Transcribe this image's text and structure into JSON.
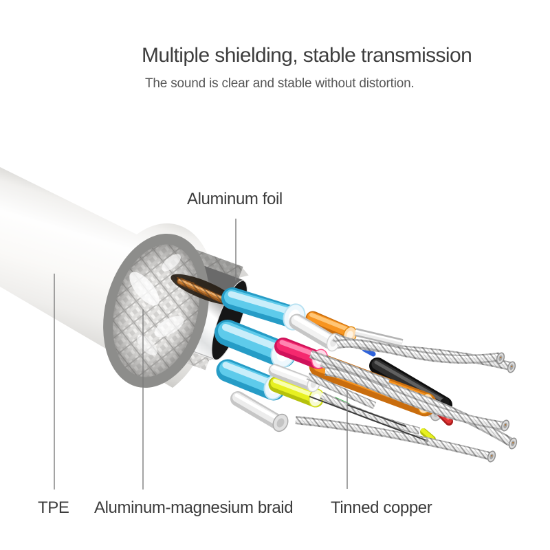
{
  "header": {
    "title": "Multiple shielding, stable transmission",
    "subtitle": "The sound is clear and stable without distortion."
  },
  "callouts": {
    "aluminum_foil": "Aluminum foil",
    "tpe": "TPE",
    "aluminum_magnesium_braid": "Aluminum-magnesium braid",
    "tinned_copper": "Tinned copper"
  },
  "colors": {
    "title_text": "#3e3e3e",
    "subtitle_text": "#575757",
    "label_text": "#3c3c3c",
    "leader_line": "#7c7c7c",
    "jacket_white": "#f6f5f3",
    "rim_gray": "#8d8d8b",
    "braid_silver": "#d3d2d0",
    "foil_silver": "#ededed",
    "copper": "#c4762a",
    "wire_cyan": "#5ecbeb",
    "wire_magenta": "#f5286e",
    "wire_orange": "#f79420",
    "wire_yellow": "#e7f021",
    "wire_black": "#2e2e2e",
    "wire_red": "#e03434",
    "wire_white": "#f2f2f2",
    "wire_green": "#35c448",
    "wire_blue": "#2e62d9",
    "tinned_copper_silver": "#ececec"
  }
}
